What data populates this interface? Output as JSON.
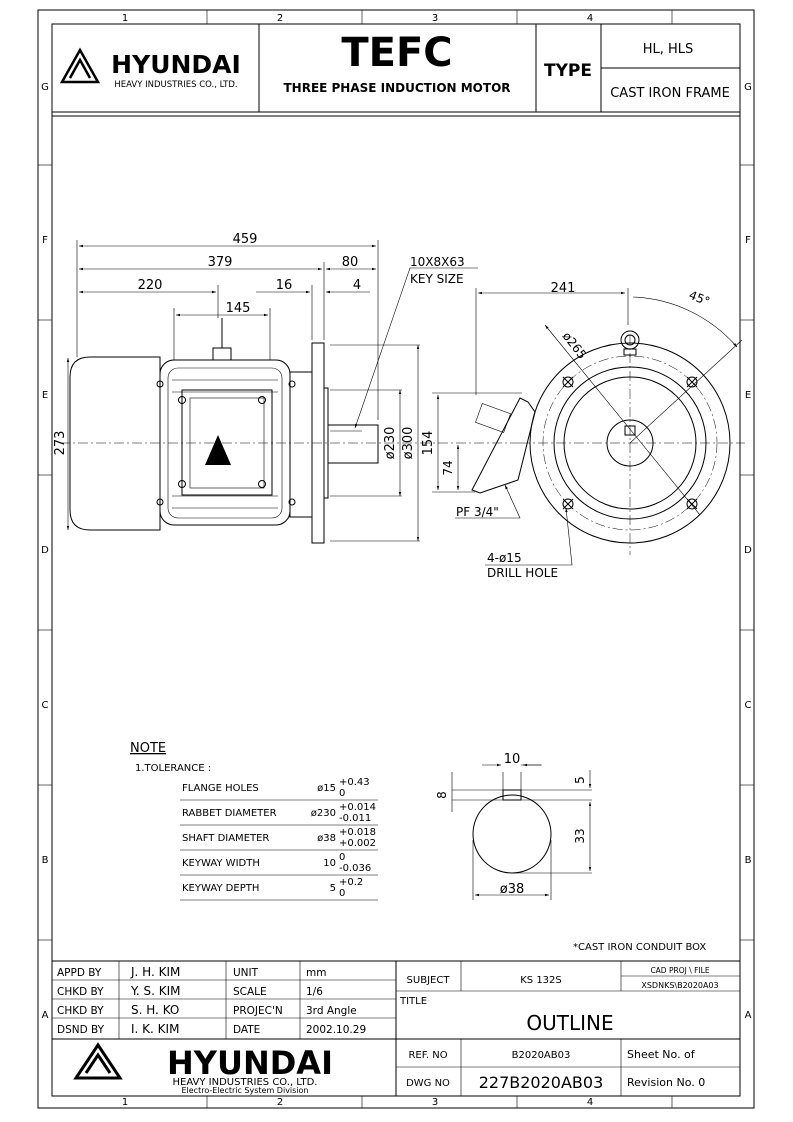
{
  "border": {
    "columns": [
      "1",
      "2",
      "3",
      "4"
    ],
    "rows_left": [
      "G",
      "F",
      "E",
      "D",
      "C",
      "B",
      "A"
    ],
    "rows_right": [
      "G",
      "F",
      "E",
      "D",
      "C",
      "B",
      "A"
    ]
  },
  "header": {
    "logo_word": "HYUNDAI",
    "logo_sub": "HEAVY INDUSTRIES CO., LTD.",
    "product_code": "TEFC",
    "product_desc": "THREE PHASE INDUCTION MOTOR",
    "type_label": "TYPE",
    "type_value_1": "HL, HLS",
    "type_value_2": "CAST IRON FRAME"
  },
  "side_view_dims": {
    "overall_length": "459",
    "body_length": "379",
    "shaft_extension": "80",
    "fan_cover": "220",
    "flange_thick": "16",
    "spigot": "4",
    "terminal_offset": "145",
    "overall_height": "273",
    "rabbet_dia": "ø230",
    "flange_dia": "ø300",
    "key_size_1": "10X8X63",
    "key_size_2": "KEY SIZE"
  },
  "front_view_dims": {
    "box_offset": "241",
    "pcd": "ø265",
    "angle": "45°",
    "box_height": "154",
    "box_low": "74",
    "conduit": "PF 3/4\"",
    "holes_1": "4-ø15",
    "holes_2": "DRILL HOLE"
  },
  "shaft_detail": {
    "key_width": "10",
    "keyway_depth": "5",
    "key_height": "8",
    "shaft_height": "33",
    "shaft_dia": "ø38"
  },
  "notes": {
    "title": "NOTE",
    "subtitle": "1.TOLERANCE :",
    "rows": [
      {
        "label": "FLANGE HOLES",
        "nom": "ø15",
        "upper": "+0.43",
        "lower": "0"
      },
      {
        "label": "RABBET DIAMETER",
        "nom": "ø230",
        "upper": "+0.014",
        "lower": "-0.011"
      },
      {
        "label": "SHAFT DIAMETER",
        "nom": "ø38",
        "upper": "+0.018",
        "lower": "+0.002"
      },
      {
        "label": "KEYWAY WIDTH",
        "nom": "10",
        "upper": "0",
        "lower": "-0.036"
      },
      {
        "label": "KEYWAY DEPTH",
        "nom": "5",
        "upper": "+0.2",
        "lower": "0"
      }
    ],
    "conduit_note": "*CAST IRON CONDUIT BOX"
  },
  "title_block": {
    "rows": [
      {
        "role": "APPD BY",
        "name": "J. H. KIM",
        "k": "UNIT",
        "v": "mm"
      },
      {
        "role": "CHKD BY",
        "name": "Y. S. KIM",
        "k": "SCALE",
        "v": "1/6"
      },
      {
        "role": "CHKD BY",
        "name": "S. H. KO",
        "k": "PROJEC'N",
        "v": "3rd Angle"
      },
      {
        "role": "DSND BY",
        "name": "I. K. KIM",
        "k": "DATE",
        "v": "2002.10.29"
      }
    ],
    "subject_label": "SUBJECT",
    "subject_value": "KS 132S",
    "cad_label": "CAD PROJ  \\ FILE",
    "cad_value": "XSDNKS\\B2020A03",
    "title_label": "TITLE",
    "title_value": "OUTLINE",
    "ref_label": "REF. NO",
    "ref_value": "B2020AB03",
    "sheet_label": "Sheet No.    of",
    "dwg_label": "DWG NO",
    "dwg_value": "227B2020AB03",
    "rev_label": "Revision No.   0",
    "logo_word": "HYUNDAI",
    "logo_sub1": "HEAVY  INDUSTRIES  CO.,  LTD.",
    "logo_sub2": "Electro-Electric System Division"
  }
}
